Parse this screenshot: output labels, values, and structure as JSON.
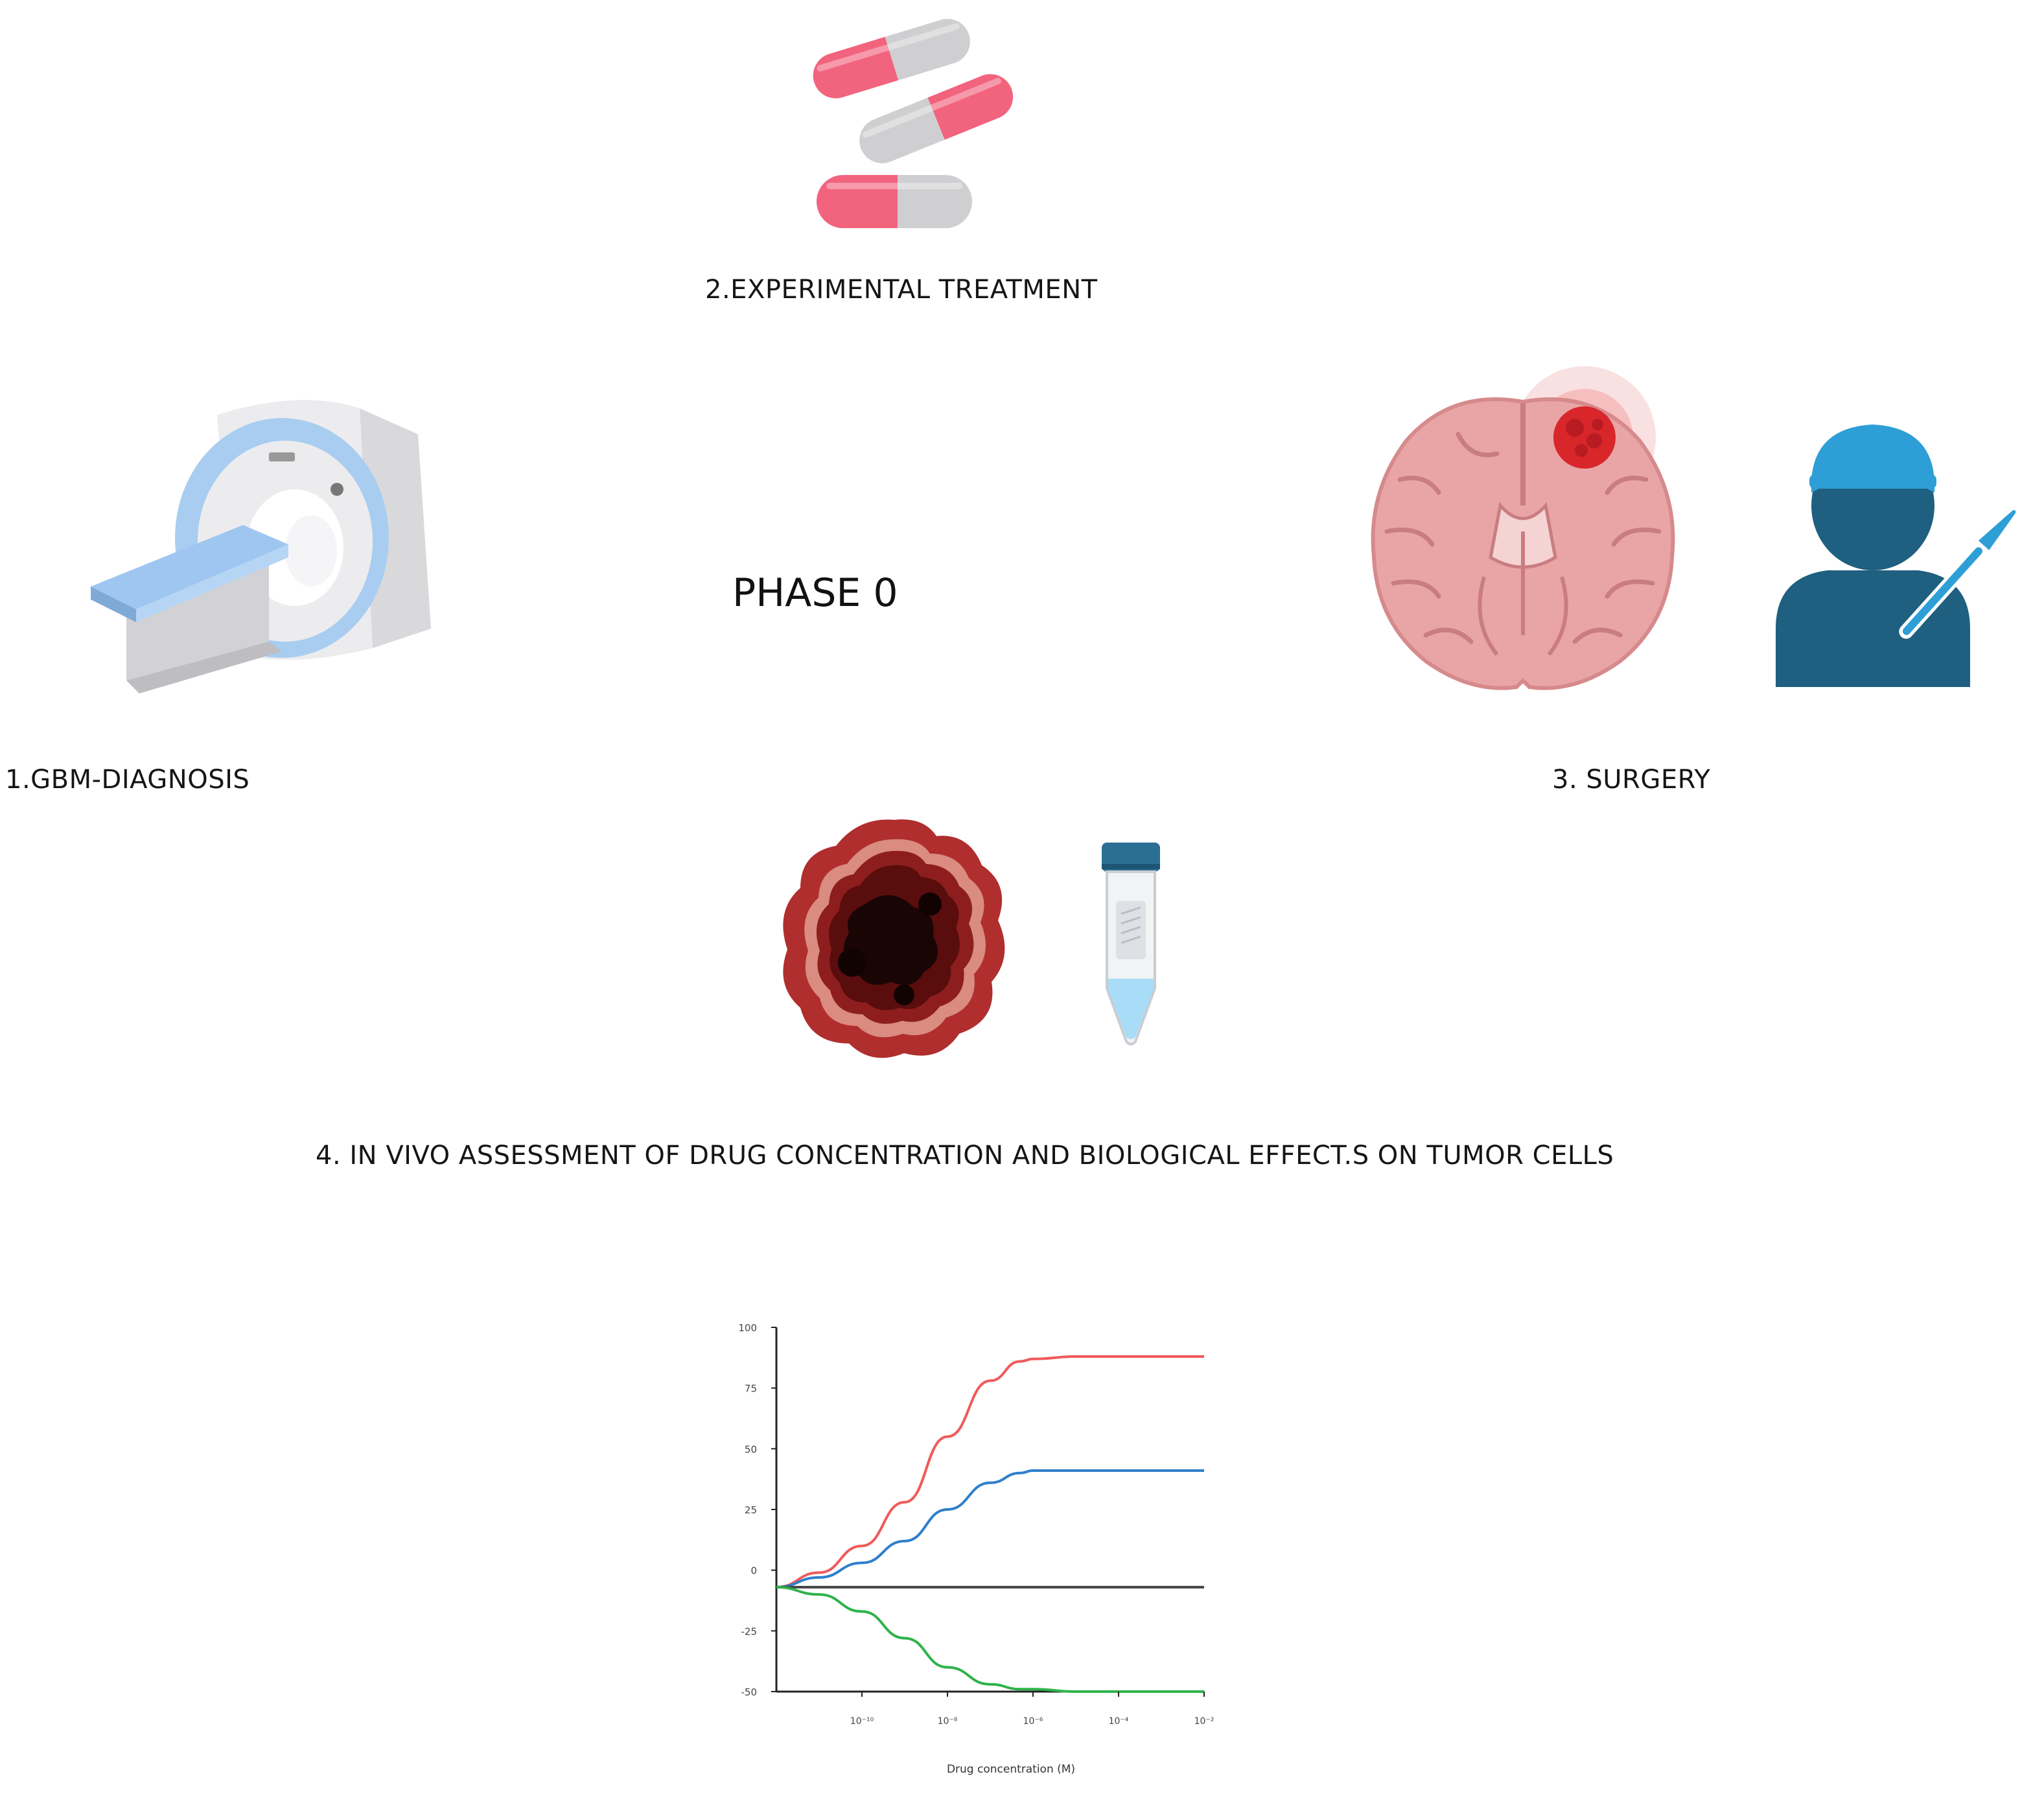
{
  "title": "PHASE 0",
  "steps": {
    "diagnosis": "1.GBM-DIAGNOSIS",
    "treatment": "2.EXPERIMENTAL TREATMENT",
    "surgery": "3. SURGERY",
    "assessment": "4. IN VIVO ASSESSMENT OF DRUG CONCENTRATION AND BIOLOGICAL EFFECT.S ON TUMOR CELLS"
  },
  "icons": {
    "treatment": "capsules-icon",
    "diagnosis": "mri-scanner-icon",
    "surgery_brain": "brain-tumor-icon",
    "surgery_surgeon": "surgeon-icon",
    "tumor": "tumor-tissue-icon",
    "tube": "sample-tube-icon"
  },
  "colors": {
    "pink": "#f2637e",
    "capsule_grey": "#cfcfd2",
    "mri_blue": "#a9cdf0",
    "brain": "#e9a5a6",
    "tumor_red": "#d8262b",
    "surgeon": "#1f5f7f",
    "surgeon_cap": "#2e9fd6",
    "tube_cap": "#2b6f94",
    "tube_liquid": "#a9dcf6"
  },
  "chart_data": {
    "type": "line",
    "xlabel": "Drug concentration (M)",
    "ylabel": "",
    "ylim": [
      -50,
      100
    ],
    "yticks": [
      "100",
      "75",
      "50",
      "25",
      "0",
      "-25",
      "-50"
    ],
    "xscale": "log",
    "xlim": [
      -12,
      -2
    ],
    "xticks": [
      "10⁻¹⁰",
      "10⁻⁸",
      "10⁻⁶",
      "10⁻⁴",
      "10⁻²"
    ],
    "grid": false,
    "series": [
      {
        "color": "#f05a5a",
        "x": [
          -12,
          -11,
          -10,
          -9,
          -8,
          -7,
          -6.3,
          -6,
          -5,
          -4,
          -3,
          -2
        ],
        "y": [
          -7,
          -1,
          10,
          28,
          55,
          78,
          86,
          87,
          88,
          88,
          88,
          88
        ]
      },
      {
        "color": "#2f7fcb",
        "x": [
          -12,
          -11,
          -10,
          -9,
          -8,
          -7,
          -6.3,
          -6,
          -5,
          -4,
          -3,
          -2
        ],
        "y": [
          -7,
          -3,
          3,
          12,
          25,
          36,
          40,
          41,
          41,
          41,
          41,
          41
        ]
      },
      {
        "color": "#444444",
        "x": [
          -12,
          -2
        ],
        "y": [
          -7,
          -7
        ]
      },
      {
        "color": "#2eb34a",
        "x": [
          -12,
          -11,
          -10,
          -9,
          -8,
          -7,
          -6.3,
          -6,
          -5,
          -4,
          -3,
          -2
        ],
        "y": [
          -7,
          -10,
          -17,
          -28,
          -40,
          -47,
          -49,
          -49,
          -50,
          -50,
          -50,
          -50
        ]
      }
    ]
  }
}
